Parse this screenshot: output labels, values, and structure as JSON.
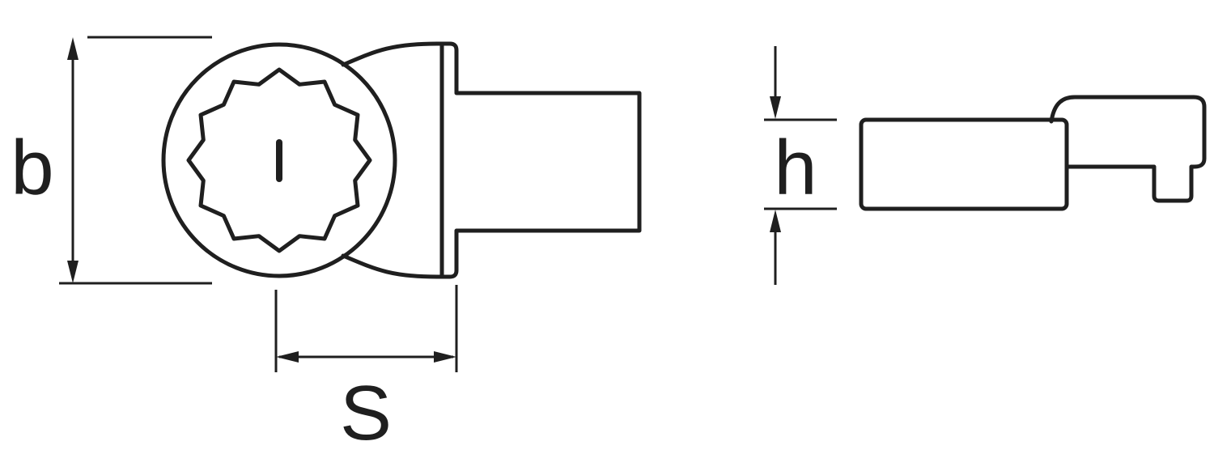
{
  "diagram": {
    "labels": {
      "b": "b",
      "S": "S",
      "h": "h"
    },
    "colors": {
      "line": "#1f1f1f",
      "background": "#ffffff"
    }
  }
}
